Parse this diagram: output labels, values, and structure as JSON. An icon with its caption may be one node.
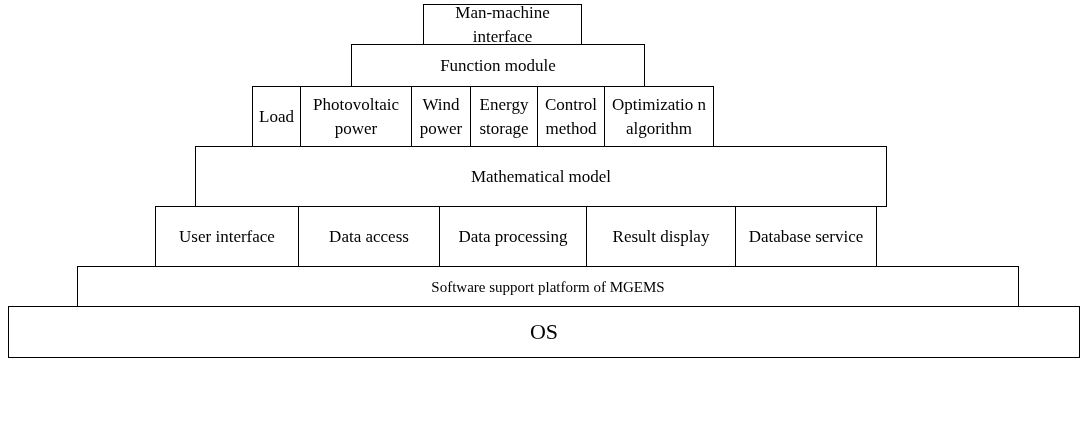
{
  "diagram": {
    "nodes": [
      {
        "text": [
          "Man-machine interface"
        ]
      },
      {
        "text": [
          "Function module"
        ]
      },
      {
        "text": [
          "Load"
        ]
      },
      {
        "text": [
          "Photovoltaic power"
        ]
      },
      {
        "text": [
          "Wind power"
        ]
      },
      {
        "text": [
          "Energy storage"
        ]
      },
      {
        "text": [
          "Control method"
        ]
      },
      {
        "text": [
          "Optimizatio n algorithm"
        ]
      },
      {
        "text": [
          "Mathematical model"
        ]
      },
      {
        "text": [
          "User interface"
        ]
      },
      {
        "text": [
          "Data access"
        ]
      },
      {
        "text": [
          "Data processing"
        ]
      },
      {
        "text": [
          "Result display"
        ]
      },
      {
        "text": [
          "Database service"
        ]
      },
      {
        "text": [
          "Software support platform of MGEMS"
        ]
      },
      {
        "text": [
          "OS"
        ]
      }
    ],
    "edges": []
  }
}
